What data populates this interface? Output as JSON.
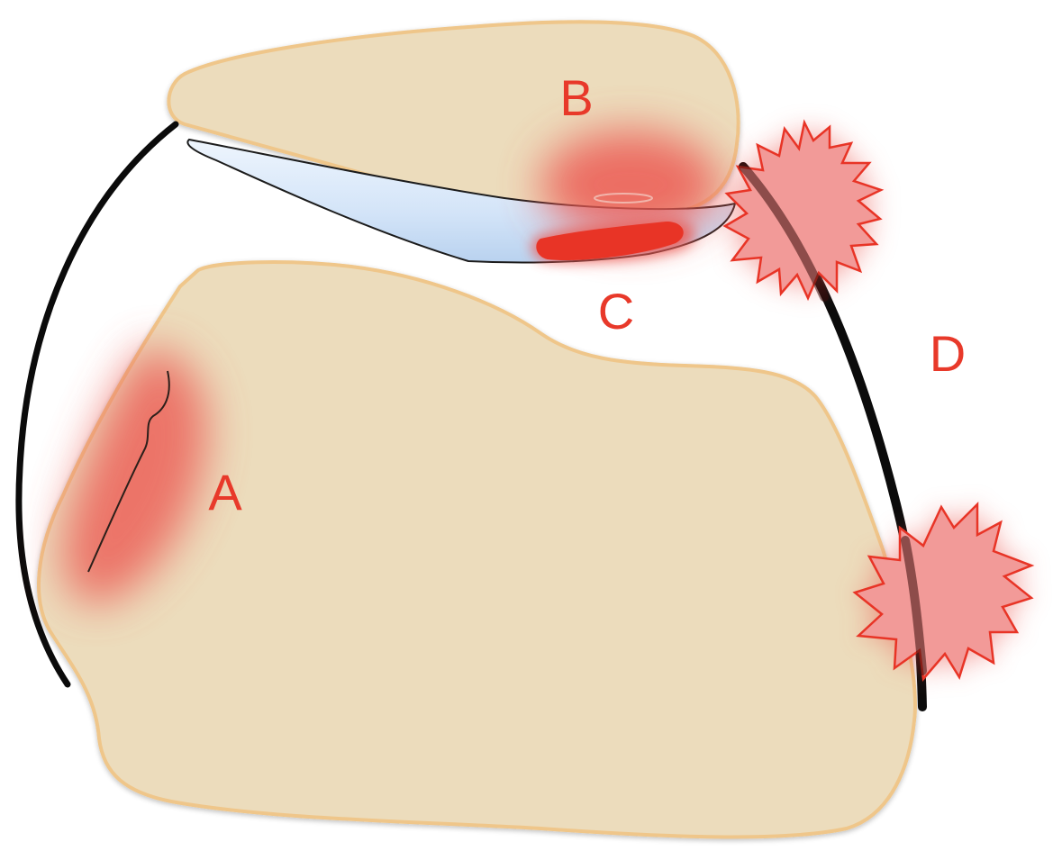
{
  "labels": {
    "a": "A",
    "b": "B",
    "c": "C",
    "d": "D"
  },
  "colors": {
    "bone_fill": "#ecdcbc",
    "bone_edge": "#efc68a",
    "capsule": "#0b0b0b",
    "cartilage_fill": "#d5e6f9",
    "cartilage_edge": "#1c1c1c",
    "highlight_red": "#e83426",
    "glow_red": "#ec5a52",
    "star_fill": "#f29a98",
    "label_red": "#e8392a"
  },
  "icons": {
    "burst": "starburst-pain-icon"
  }
}
